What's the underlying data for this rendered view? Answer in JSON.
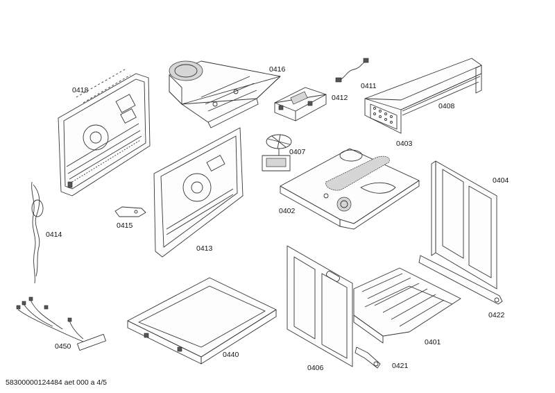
{
  "diagram": {
    "parts": {
      "p0418": "0418",
      "p0416": "0416",
      "p0411": "0411",
      "p0412": "0412",
      "p0408": "0408",
      "p0407": "0407",
      "p0403": "0403",
      "p0404": "0404",
      "p0414": "0414",
      "p0415": "0415",
      "p0413": "0413",
      "p0402": "0402",
      "p0422": "0422",
      "p0401": "0401",
      "p0450": "0450",
      "p0440": "0440",
      "p0406": "0406",
      "p0421": "0421"
    },
    "footer": "58300000124484 aet 000 a 4/5"
  }
}
